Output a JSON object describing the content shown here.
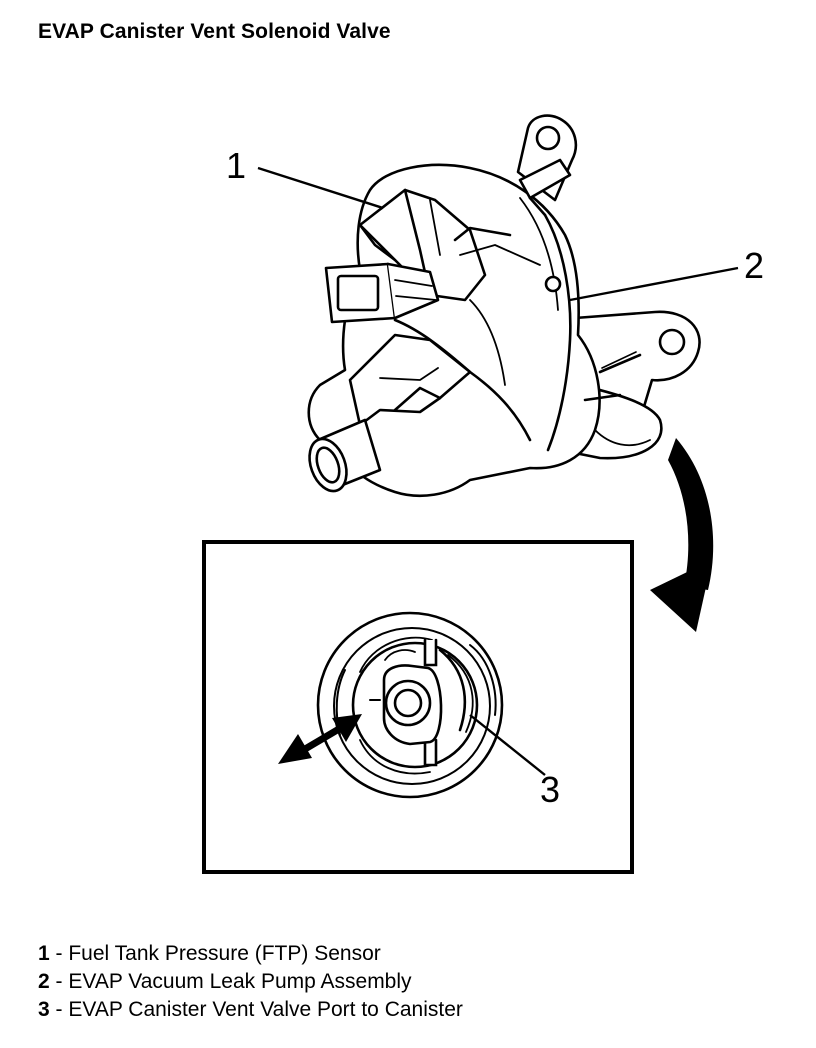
{
  "title": "EVAP Canister Vent Solenoid Valve",
  "callouts": [
    "1",
    "2",
    "3"
  ],
  "legend": [
    {
      "num": "1",
      "sep": " - ",
      "text": "Fuel Tank Pressure (FTP) Sensor"
    },
    {
      "num": "2",
      "sep": " - ",
      "text": "EVAP Vacuum Leak Pump Assembly"
    },
    {
      "num": "3",
      "sep": " - ",
      "text": "EVAP Canister Vent Valve Port to Canister"
    }
  ],
  "icons": [
    "evap-pump-assembly-drawing",
    "canister-port-detail-drawing",
    "rotation-arrow-icon",
    "double-arrow-icon"
  ]
}
